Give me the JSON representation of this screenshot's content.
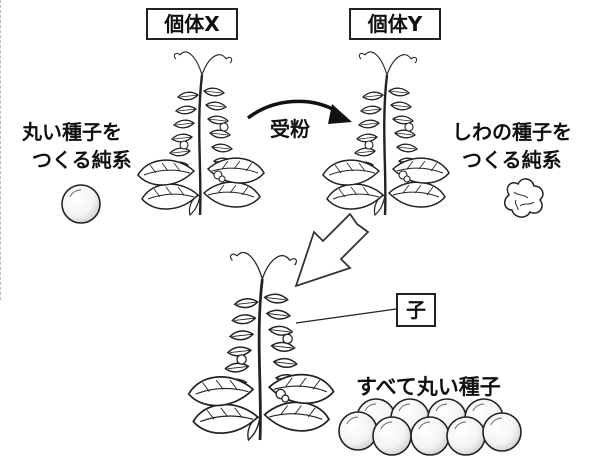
{
  "labels": {
    "individual_x": "個体X",
    "individual_y": "個体Y",
    "child": "子"
  },
  "left_text": {
    "line1": "丸い種子を",
    "line2": "つくる純系"
  },
  "right_text": {
    "line1": "しわの種子を",
    "line2": "つくる純系"
  },
  "pollination": "受粉",
  "offspring_text": "すべて丸い種子"
}
